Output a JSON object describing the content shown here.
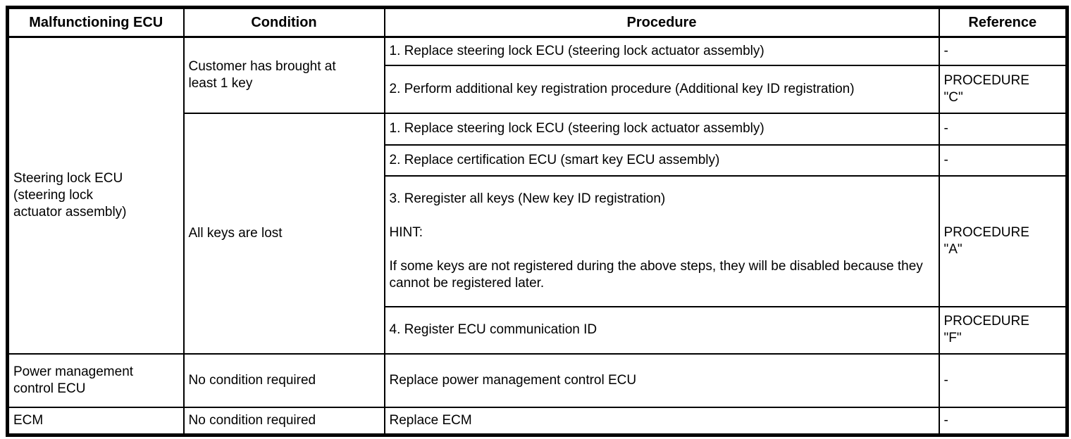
{
  "table": {
    "headers": {
      "malfunctioning_ecu": "Malfunctioning ECU",
      "condition": "Condition",
      "procedure": "Procedure",
      "reference": "Reference"
    },
    "groups": [
      {
        "ecu": "Steering lock ECU (steering lock actuator assembly)",
        "conditions": [
          {
            "condition": "Customer has brought at least 1 key",
            "steps": [
              {
                "procedure": "1. Replace steering lock ECU (steering lock actuator assembly)",
                "reference": "-"
              },
              {
                "procedure": "2. Perform additional key registration procedure (Additional key ID registration)",
                "reference": "PROCEDURE \"C\""
              }
            ]
          },
          {
            "condition": "All keys are lost",
            "steps": [
              {
                "procedure": "1. Replace steering lock ECU (steering lock actuator assembly)",
                "reference": "-"
              },
              {
                "procedure": "2. Replace certification ECU (smart key ECU assembly)",
                "reference": "-"
              },
              {
                "procedure": "3. Reregister all keys (New key ID registration)",
                "hint_label": "HINT:",
                "hint_text": "If some keys are not registered during the above steps, they will be disabled because they cannot be registered later.",
                "reference": "PROCEDURE \"A\""
              },
              {
                "procedure": "4. Register ECU communication ID",
                "reference": "PROCEDURE \"F\""
              }
            ]
          }
        ]
      },
      {
        "ecu": "Power management control ECU",
        "condition": "No condition required",
        "procedure": "Replace power management control ECU",
        "reference": "-"
      },
      {
        "ecu": "ECM",
        "condition": "No condition required",
        "procedure": "Replace ECM",
        "reference": "-"
      }
    ]
  }
}
